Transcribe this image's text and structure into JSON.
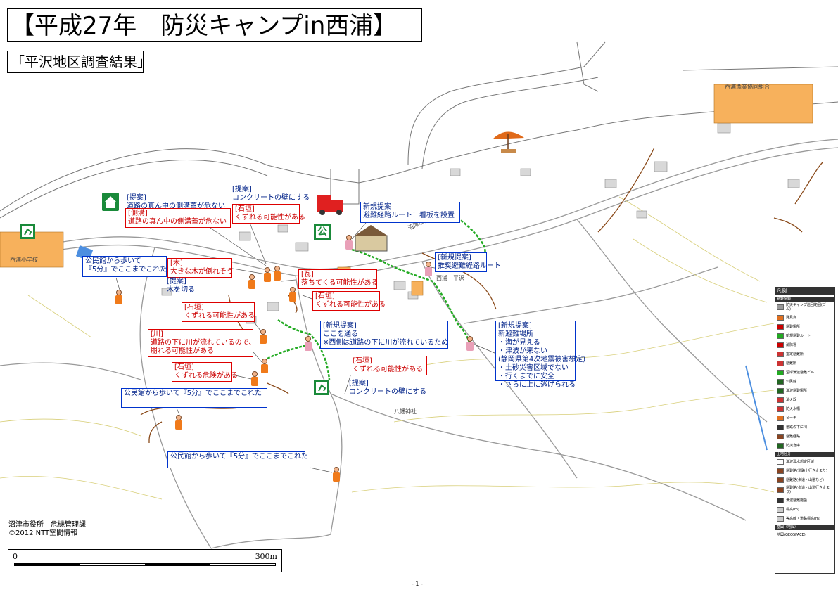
{
  "title": "【平成27年　防災キャンプin西浦】",
  "subtitle": "「平沢地区調査結果」",
  "place_labels": {
    "cooperative": "西浦漁業協同組合",
    "school": "西浦小学校",
    "shrine": "八幡神社",
    "nishiura": "西浦　平沢",
    "route_sign": "沼津市西浦地区コース"
  },
  "annotations": [
    {
      "id": "a1",
      "style": "plain-blue",
      "text": "[提案]\n道路の真ん中の側溝蓋が危ない"
    },
    {
      "id": "a2",
      "style": "red",
      "text": "[側溝]\n道路の真ん中の側溝蓋が危ない"
    },
    {
      "id": "a3",
      "style": "plain-blue",
      "text": "[提案]\nコンクリートの壁にする"
    },
    {
      "id": "a4",
      "style": "red",
      "text": "[石垣]\nくずれる可能性がある"
    },
    {
      "id": "a5",
      "style": "blue",
      "text": "新規提案\n避難経路ルート！看板を設置"
    },
    {
      "id": "a6",
      "style": "red",
      "text": "[木]\n大きな木が倒れそう"
    },
    {
      "id": "a7",
      "style": "blue",
      "text": "公民館から歩いて\n『5分』でここまでこれた"
    },
    {
      "id": "a8",
      "style": "plain-blue",
      "text": "[提案]\n木を切る"
    },
    {
      "id": "a9",
      "style": "red",
      "text": "[瓦]\n落ちてくる可能性がある"
    },
    {
      "id": "a10",
      "style": "red",
      "text": "[石垣]\nくずれる可能性がある"
    },
    {
      "id": "a11",
      "style": "red",
      "text": "[石垣]\nくずれる可能性がある"
    },
    {
      "id": "a12",
      "style": "blue",
      "text": "[新規提案]\n推奨避難経路ルート"
    },
    {
      "id": "a13",
      "style": "blue",
      "text": "[新規提案]\nここを通る\n※西側は道路の下に川が流れているため"
    },
    {
      "id": "a14",
      "style": "red",
      "text": "[川]\n道路の下に川が流れているので、\n崩れる可能性がある"
    },
    {
      "id": "a15",
      "style": "red",
      "text": "[石垣]\nくずれる危険がある"
    },
    {
      "id": "a16",
      "style": "red",
      "text": "[石垣]\nくずれる可能性がある"
    },
    {
      "id": "a17",
      "style": "plain-blue",
      "text": "[提案]\nコンクリートの壁にする"
    },
    {
      "id": "a18",
      "style": "blue",
      "text": "[新規提案]\n新避難場所\n・海が見える\n・津波が来ない\n(静岡県第4次地震被害想定)\n・土砂災害区域でない\n・行くまでに安全\n・さらに上に逃げられる"
    },
    {
      "id": "a19",
      "style": "blue",
      "text": "公民館から歩いて『5分』でここまでこれた"
    },
    {
      "id": "a20",
      "style": "blue",
      "text": "公民館から歩いて『5分』でここまでこれた"
    }
  ],
  "legend": {
    "title": "凡例",
    "section1": "避難情報",
    "items": [
      {
        "label": "防災キャンプ巡回範囲(ゴール)",
        "color": "#999999"
      },
      {
        "label": "発見点",
        "color": "#e07020"
      },
      {
        "label": "避難場所",
        "color": "#cc0000"
      },
      {
        "label": "新規避難ルート",
        "color": "#22aa22"
      },
      {
        "label": "消防署",
        "color": "#cc0000"
      },
      {
        "label": "指定避難所",
        "color": "#cc3333"
      },
      {
        "label": "避難所",
        "color": "#cc3333"
      },
      {
        "label": "沿岸津波避難ビル",
        "color": "#22aa22"
      },
      {
        "label": "公民館",
        "color": "#226622"
      },
      {
        "label": "津波避難場所",
        "color": "#226622"
      },
      {
        "label": "消火器",
        "color": "#cc3333"
      },
      {
        "label": "防火水槽",
        "color": "#cc3333"
      },
      {
        "label": "ビーチ",
        "color": "#e07020"
      },
      {
        "label": "道路の下に川",
        "color": "#333333"
      },
      {
        "label": "避難経路",
        "color": "#884422"
      },
      {
        "label": "防災倉庫",
        "color": "#226622"
      }
    ],
    "section2": "土地区分",
    "items2": [
      {
        "label": "津波浸水想定区域",
        "color": "#ffffff"
      },
      {
        "label": "避難路(道路上行き止まり)",
        "color": "#884422"
      },
      {
        "label": "避難路(歩道・山道など)",
        "color": "#884422"
      },
      {
        "label": "避難路(歩道・山道行き止まり)",
        "color": "#884422"
      },
      {
        "label": "津波避難施設",
        "color": "#333333"
      },
      {
        "label": "標高(m)",
        "color": "#cccccc"
      },
      {
        "label": "等高線・道路標高(m)",
        "color": "#cccccc"
      }
    ],
    "section3": "基図（地図）",
    "basemap": "地図(GEOSPACE)"
  },
  "credit": "沼津市役所　危機管理課\n©2012 NTT空間情報",
  "scale": {
    "start": "0",
    "end": "300m"
  },
  "page_number": "- 1 -",
  "public_mark": "公",
  "colors": {
    "red": "#cc0000",
    "blue": "#0033cc",
    "green": "#22aa22",
    "orange": "#f07a1a",
    "building": "#f7b15c"
  }
}
